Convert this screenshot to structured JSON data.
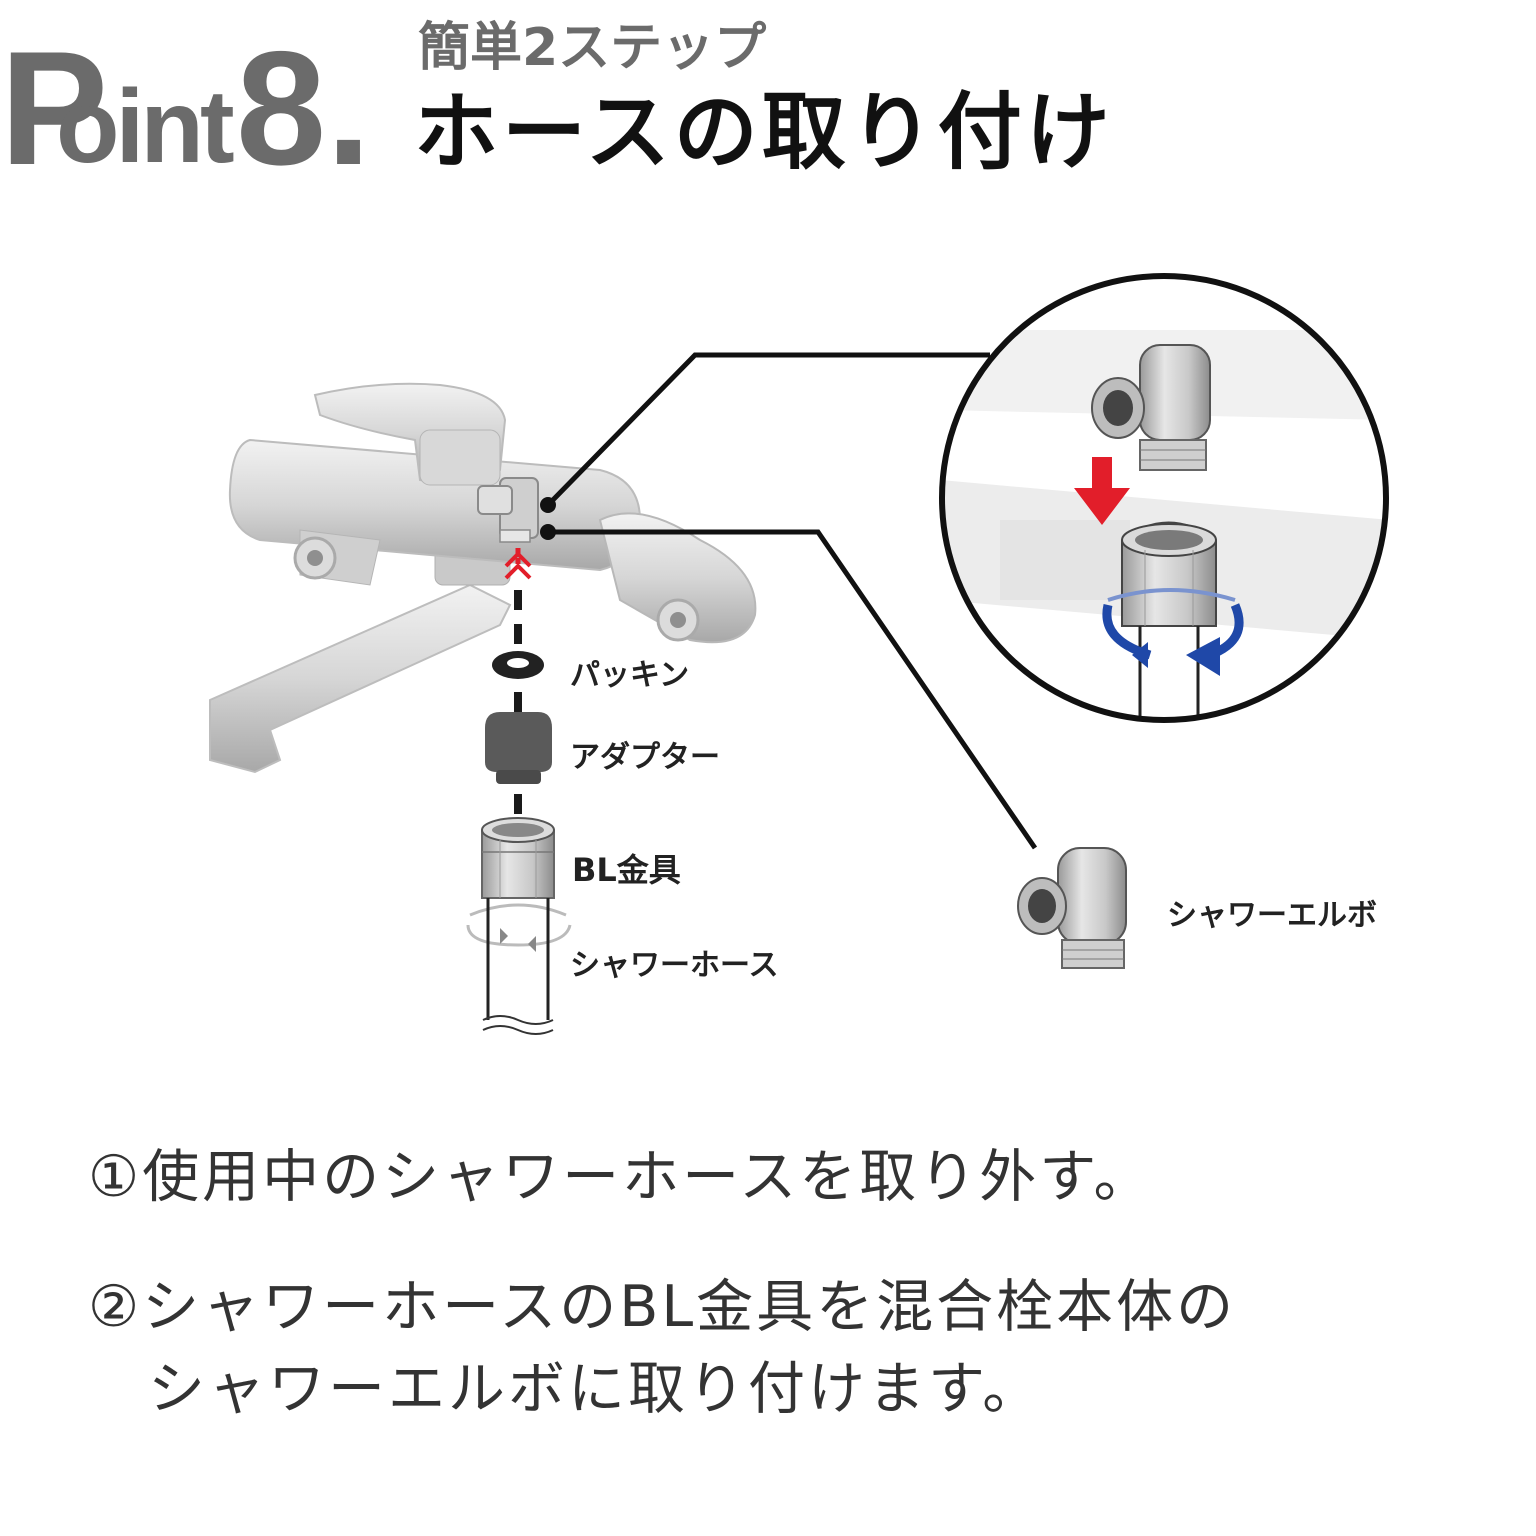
{
  "header": {
    "point_letter": "P",
    "point_rest": "oint",
    "point_number": "8.",
    "subtitle": "簡単2ステップ",
    "title": "ホースの取り付け"
  },
  "diagram": {
    "labels": {
      "packing": "パッキン",
      "adapter": "アダプター",
      "bl_fitting": "BL金具",
      "shower_hose": "シャワーホース",
      "shower_elbow": "シャワーエルボ"
    },
    "colors": {
      "red_arrow": "#e21e2a",
      "blue_arrow": "#1f48a8",
      "adapter_fill": "#5a5a5a",
      "outline": "#1a1a1a"
    }
  },
  "steps": [
    {
      "text": "①使用中のシャワーホースを取り外す。"
    },
    {
      "line1": "②シャワーホースのBL金具を混合栓本体の",
      "line2": "　シャワーエルボに取り付けます。"
    }
  ]
}
